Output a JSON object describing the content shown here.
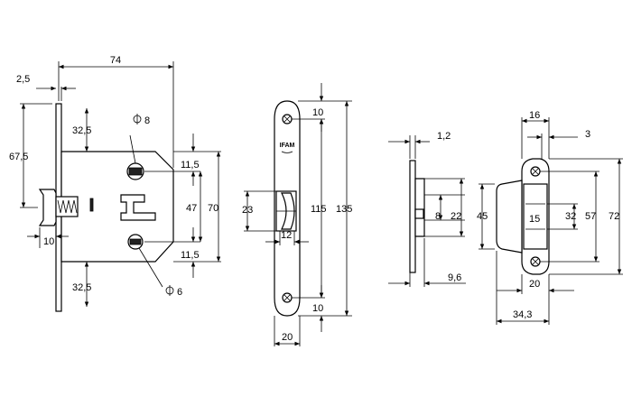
{
  "drawing": {
    "brand_label": "IFAM",
    "view_side": {
      "dim_top_width": "74",
      "dim_faceplate": "2,5",
      "dim_backset_left": "67,5",
      "dim_upper_hole_offset": "32,5",
      "dim_lower_hole_offset": "32,5",
      "dim_hole_top_diameter": "8",
      "dim_hole_bottom_diameter": "6",
      "dim_upper_gap": "11,5",
      "dim_lower_gap": "11,5",
      "dim_center_distance": "47",
      "dim_body_height": "70",
      "dim_latch_depth": "10"
    },
    "view_front": {
      "dim_top_screw": "10",
      "dim_bottom_screw": "10",
      "dim_screw_spacing": "115",
      "dim_total_height": "135",
      "dim_latch_height": "23",
      "dim_latch_width": "12",
      "dim_plate_width": "20"
    },
    "view_strike_side": {
      "dim_thickness": "1,2",
      "dim_inner_height": "8",
      "dim_outer_height": "22",
      "dim_depth": "9,6"
    },
    "view_strike_front": {
      "dim_top_width": "16",
      "dim_offset": "3",
      "dim_left_height": "45",
      "dim_inner_width": "15",
      "dim_inner_height": "32",
      "dim_screw_spacing": "57",
      "dim_total_height": "72",
      "dim_bottom_width": "20",
      "dim_total_width": "34,3"
    }
  }
}
